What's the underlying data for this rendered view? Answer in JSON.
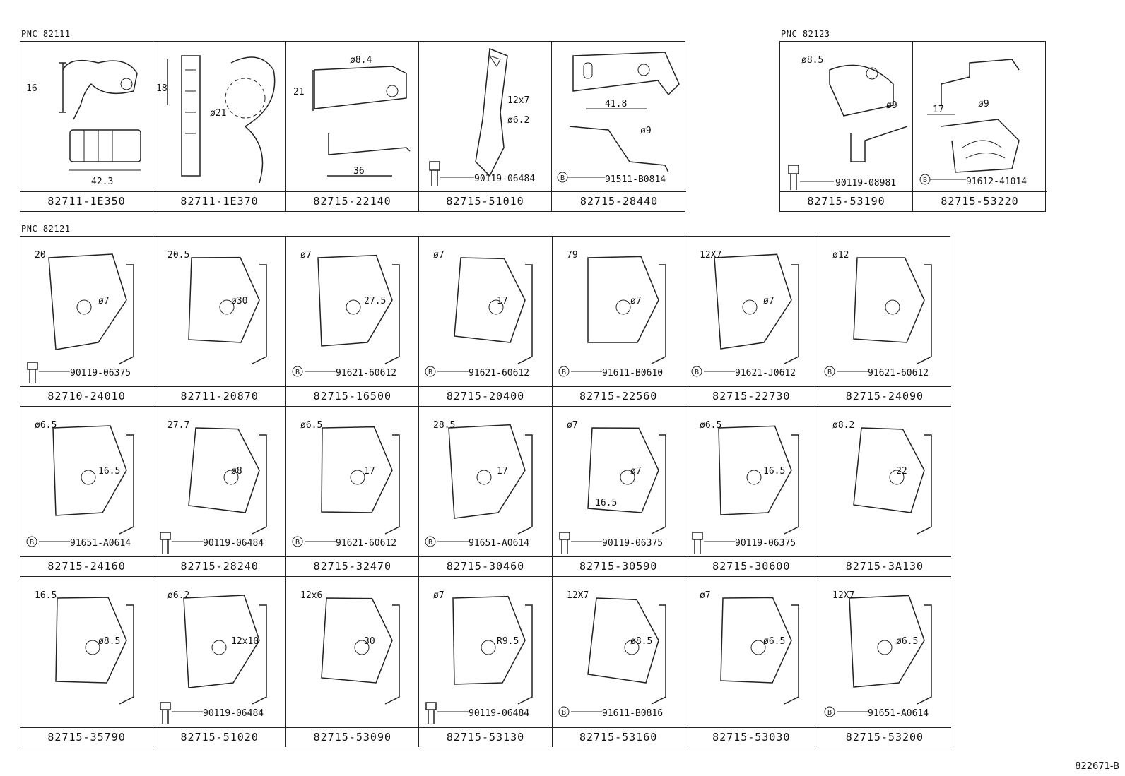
{
  "sections": [
    {
      "pnc": "PNC 82111",
      "cells": [
        {
          "part": "82711-1E350",
          "dims": [
            "16",
            "42.3"
          ],
          "ref": ""
        },
        {
          "part": "82711-1E370",
          "dims": [
            "18",
            "ø21"
          ],
          "ref": ""
        },
        {
          "part": "82715-22140",
          "dims": [
            "ø8.4",
            "21",
            "36"
          ],
          "ref": ""
        },
        {
          "part": "82715-51010",
          "dims": [
            "12x7",
            "ø6.2"
          ],
          "ref": "90119-06484"
        },
        {
          "part": "82715-28440",
          "dims": [
            "41.8",
            "ø9"
          ],
          "ref": "91511-B0814"
        }
      ]
    },
    {
      "pnc": "PNC 82123",
      "cells": [
        {
          "part": "82715-53190",
          "dims": [
            "ø8.5",
            "ø9"
          ],
          "ref": "90119-08981"
        },
        {
          "part": "82715-53220",
          "dims": [
            "ø9",
            "17"
          ],
          "ref": "91612-41014"
        }
      ]
    },
    {
      "pnc": "PNC 82121",
      "cells": [
        {
          "part": "82710-24010",
          "dims": [
            "20",
            "ø7"
          ],
          "ref": "90119-06375"
        },
        {
          "part": "82711-20870",
          "dims": [
            "20.5",
            "ø30"
          ],
          "ref": ""
        },
        {
          "part": "82715-16500",
          "dims": [
            "ø7",
            "27.5"
          ],
          "ref": "91621-60612"
        },
        {
          "part": "82715-20400",
          "dims": [
            "ø7",
            "17"
          ],
          "ref": "91621-60612"
        },
        {
          "part": "82715-22560",
          "dims": [
            "79",
            "ø7"
          ],
          "ref": "91611-B0610"
        },
        {
          "part": "82715-22730",
          "dims": [
            "12X7",
            "ø7"
          ],
          "ref": "91621-J0612"
        },
        {
          "part": "82715-24090",
          "dims": [
            "ø12"
          ],
          "ref": "91621-60612"
        },
        {
          "part": "82715-24160",
          "dims": [
            "ø6.5",
            "16.5"
          ],
          "ref": "91651-A0614"
        },
        {
          "part": "82715-28240",
          "dims": [
            "27.7",
            "ø8"
          ],
          "ref": "90119-06484"
        },
        {
          "part": "82715-32470",
          "dims": [
            "ø6.5",
            "17"
          ],
          "ref": "91621-60612"
        },
        {
          "part": "82715-30460",
          "dims": [
            "28.5",
            "17"
          ],
          "ref": "91651-A0614"
        },
        {
          "part": "82715-30590",
          "dims": [
            "ø7",
            "ø7",
            "16.5"
          ],
          "ref": "90119-06375"
        },
        {
          "part": "82715-30600",
          "dims": [
            "ø6.5",
            "16.5"
          ],
          "ref": "90119-06375"
        },
        {
          "part": "82715-3A130",
          "dims": [
            "ø8.2",
            "22"
          ],
          "ref": ""
        },
        {
          "part": "82715-35790",
          "dims": [
            "16.5",
            "ø8.5"
          ],
          "ref": ""
        },
        {
          "part": "82715-51020",
          "dims": [
            "ø6.2",
            "12x10"
          ],
          "ref": "90119-06484"
        },
        {
          "part": "82715-53090",
          "dims": [
            "12x6",
            "30"
          ],
          "ref": ""
        },
        {
          "part": "82715-53130",
          "dims": [
            "ø7",
            "R9.5"
          ],
          "ref": "90119-06484"
        },
        {
          "part": "82715-53160",
          "dims": [
            "12X7",
            "ø8.5"
          ],
          "ref": "91611-B0816"
        },
        {
          "part": "82715-53030",
          "dims": [
            "ø7",
            "ø6.5"
          ],
          "ref": ""
        },
        {
          "part": "82715-53200",
          "dims": [
            "12X7",
            "ø6.5"
          ],
          "ref": "91651-A0614"
        }
      ]
    }
  ],
  "footer": "822671-B"
}
